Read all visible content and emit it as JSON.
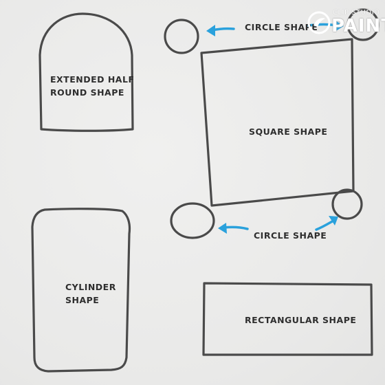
{
  "labels": {
    "extended_half_round_line1": "EXTENDED HALF",
    "extended_half_round_line2": "ROUND SHAPE",
    "square": "SQUARE SHAPE",
    "circle_top": "CIRCLE SHAPE",
    "circle_bottom": "CIRCLE SHAPE",
    "cylinder_line1": "CYLINDER",
    "cylinder_line2": "SHAPE",
    "rectangular": "RECTANGULAR SHAPE"
  },
  "logo": {
    "top_text": "CLIP STUDIO",
    "main_text": "PAINT"
  },
  "colors": {
    "stroke": "#4a4a4a",
    "arrow": "#2aa1dc",
    "background": "#ececeb"
  }
}
